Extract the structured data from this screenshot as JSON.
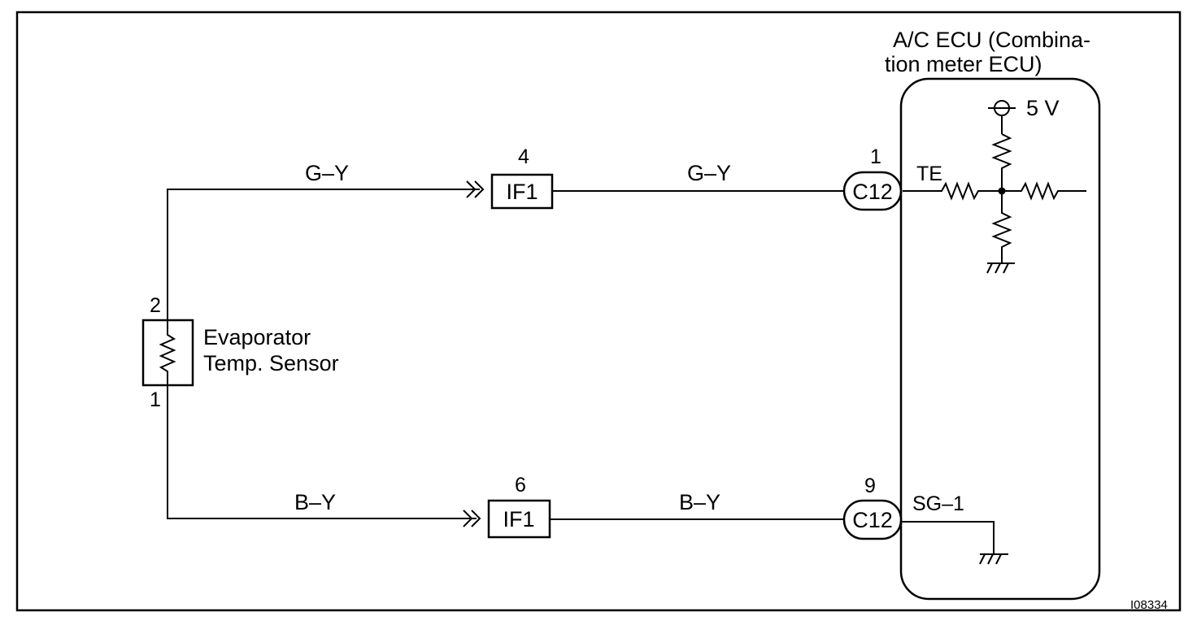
{
  "ecu": {
    "title_line1": "A/C  ECU  (Combina-",
    "title_line2": "tion meter ECU)",
    "supply": "5 V",
    "terminal_te": "TE",
    "terminal_sg": "SG–1"
  },
  "sensor": {
    "label_line1": "Evaporator",
    "label_line2": "Temp. Sensor",
    "pin_top": "2",
    "pin_bottom": "1"
  },
  "wires": {
    "upper_left": "G–Y",
    "upper_right": "G–Y",
    "lower_left": "B–Y",
    "lower_right": "B–Y"
  },
  "connectors": {
    "if1_upper": {
      "label": "IF1",
      "pin": "4"
    },
    "if1_lower": {
      "label": "IF1",
      "pin": "6"
    },
    "c12_upper": {
      "label": "C12",
      "pin": "1"
    },
    "c12_lower": {
      "label": "C12",
      "pin": "9"
    }
  },
  "figure_id": "I08334"
}
